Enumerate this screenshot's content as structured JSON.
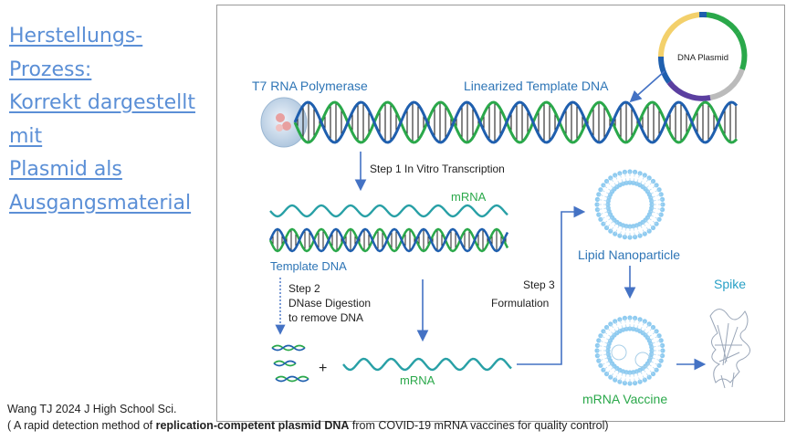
{
  "title_lines": [
    "Herstellungs-",
    "Prozess:",
    "Korrekt dargestellt",
    "mit",
    "Plasmid als",
    "Ausgangsmaterial"
  ],
  "diagram": {
    "plasmid_label": "DNA Plasmid",
    "polymerase_label": "T7 RNA Polymerase",
    "template_label": "Linearized Template DNA",
    "step1": "Step 1  In Vitro Transcription",
    "mrna_top": "mRNA",
    "template_dna": "Template DNA",
    "step2_lines": [
      "Step 2",
      "DNase Digestion",
      "to remove DNA"
    ],
    "plus": "+",
    "mrna_bottom": "mRNA",
    "step3_lines": [
      "Step 3",
      "Formulation"
    ],
    "lipid_label": "Lipid Nanoparticle",
    "vaccine_label": "mRNA Vaccine",
    "spike_label": "Spike"
  },
  "citation": {
    "line1": "Wang TJ 2024 J High School Sci.",
    "line2_pre": "( A rapid detection method of  ",
    "line2_bold": "replication-competent plasmid DNA",
    "line2_post": " from COVID-19 mRNA vaccines for quality control)"
  },
  "colors": {
    "link": "#5b8fd6",
    "label_blue": "#2e75b6",
    "dna_green": "#2aa84a",
    "dna_blue": "#1f5fae",
    "mrna_teal": "#28a0a6",
    "arrow": "#4472c4",
    "lipid": "#8fcbf0"
  }
}
